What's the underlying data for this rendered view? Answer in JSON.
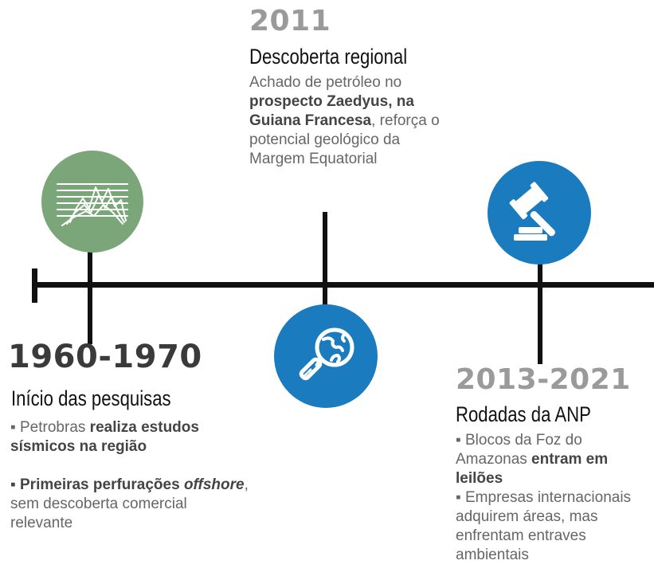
{
  "colors": {
    "line": "#111111",
    "green_circle": "#7aa67a",
    "blue_circle": "#1a7bbf",
    "year_dark": "#3a3a3a",
    "year_light": "#9a9a9a",
    "body_text": "#666666"
  },
  "events": {
    "e1960": {
      "year": "1960-1970",
      "title": "Início das pesquisas",
      "icon": "seismic-chart-icon",
      "p1": {
        "a": "▪ Petrobras ",
        "b": "realiza estudos sísmicos na região"
      },
      "p2": {
        "a": "▪ Primeiras perfurações ",
        "b": "offshore",
        "c": ", sem descoberta comercial relevante"
      }
    },
    "e2011": {
      "year": "2011",
      "title": "Descoberta regional",
      "icon": "globe-magnifier-icon",
      "p1": {
        "a": "Achado de petróleo no ",
        "b": "prospecto Zaedyus, na Guiana Francesa",
        "c": ", reforça o potencial geológico da Margem Equatorial"
      }
    },
    "e2013": {
      "year": "2013-2021",
      "title": "Rodadas da ANP",
      "icon": "auction-gavel-icon",
      "p1": {
        "a": "▪ Blocos da Foz do Amazonas ",
        "b": "entram em leilões"
      },
      "p2": {
        "a": " ▪ Empresas internacionais adquirem áreas, mas enfrentam entraves ambientais"
      }
    }
  }
}
